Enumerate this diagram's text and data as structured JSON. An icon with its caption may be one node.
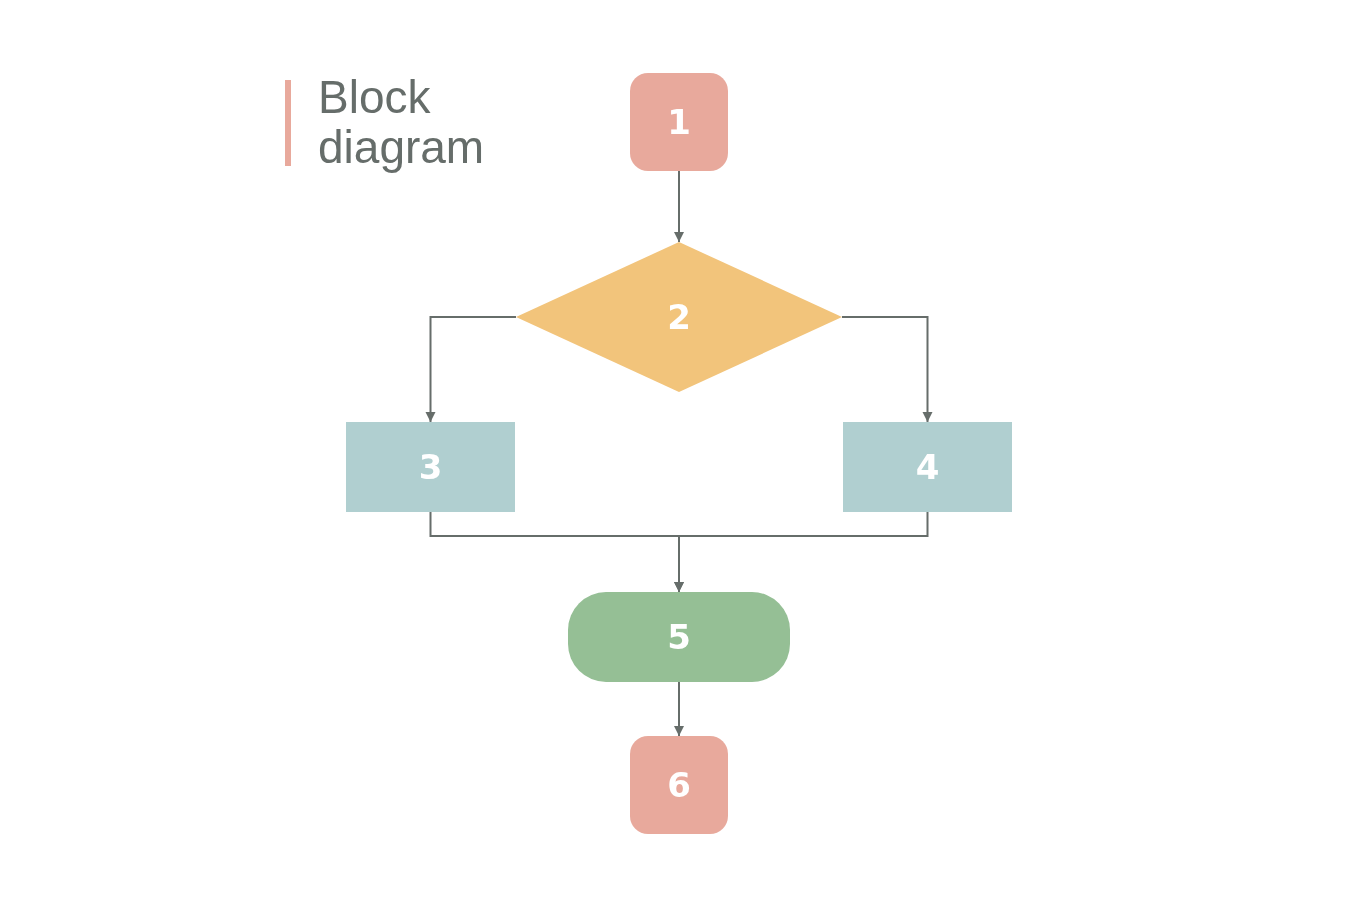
{
  "diagram": {
    "title": "Block diagram",
    "nodes": [
      {
        "text": [
          "1"
        ]
      },
      {
        "text": [
          "2"
        ]
      },
      {
        "text": [
          "3"
        ]
      },
      {
        "text": [
          "4"
        ]
      },
      {
        "text": [
          "5"
        ]
      },
      {
        "text": [
          "6"
        ]
      }
    ],
    "edges": [
      {
        "from": 0,
        "to": 1,
        "arrow": "to"
      },
      {
        "from": 1,
        "to": 2,
        "arrow": "to"
      },
      {
        "from": 1,
        "to": 3,
        "arrow": "to"
      },
      {
        "from": 2,
        "to": 4,
        "arrow": "to"
      },
      {
        "from": 3,
        "to": 4,
        "arrow": "to"
      },
      {
        "from": 4,
        "to": 5,
        "arrow": "to"
      }
    ]
  }
}
